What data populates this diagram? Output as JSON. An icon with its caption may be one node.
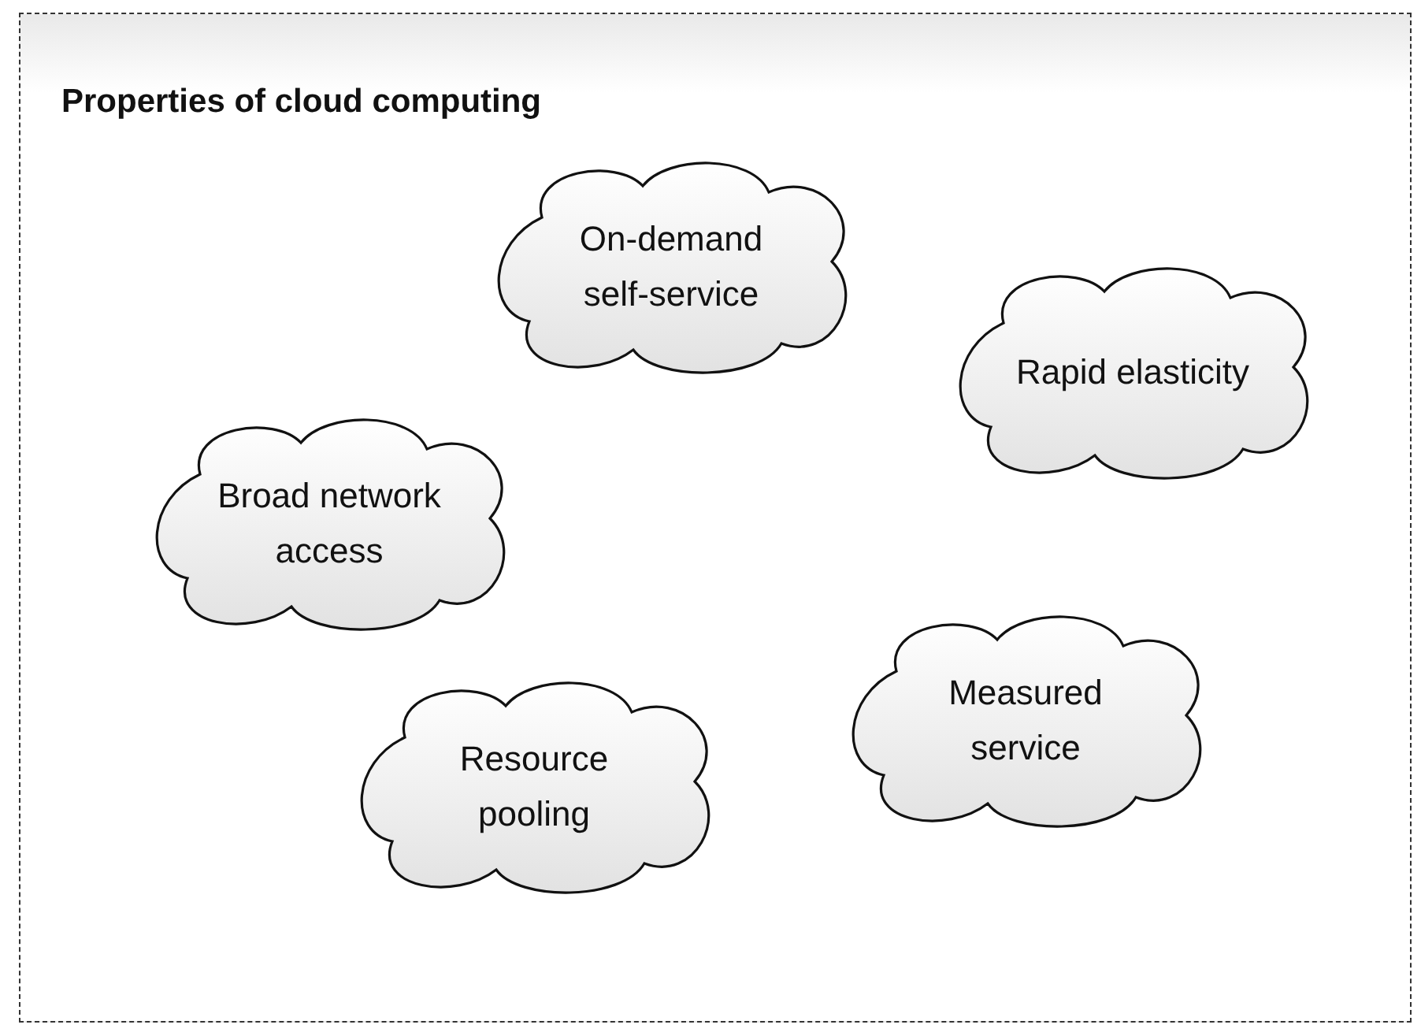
{
  "diagram": {
    "nodes": [
      {
        "text": [
          "Properties of cloud computing"
        ]
      },
      {
        "text": [
          "On-demand self-service"
        ],
        "in": 0
      },
      {
        "text": [
          "Rapid elasticity"
        ],
        "in": 0
      },
      {
        "text": [
          "Broad network access"
        ],
        "in": 0
      },
      {
        "text": [
          "Measured service"
        ],
        "in": 0
      },
      {
        "text": [
          "Resource pooling"
        ],
        "in": 0
      }
    ]
  }
}
